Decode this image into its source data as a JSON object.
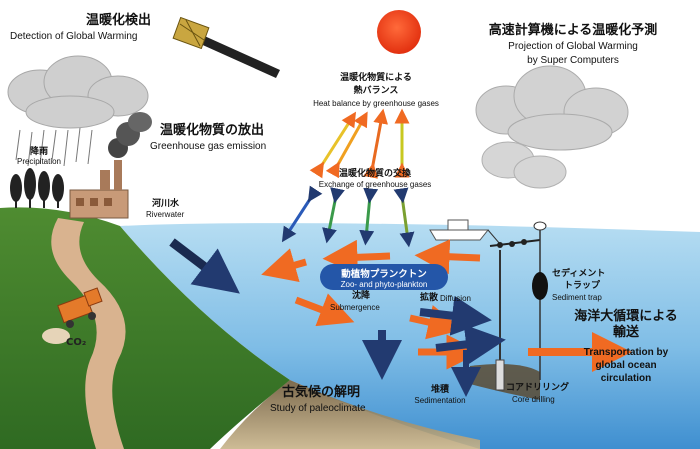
{
  "labels": {
    "detection_jp": "温暖化検出",
    "detection_en": "Detection of Global Warming",
    "projection_jp": "高速計算機による温暖化予測",
    "projection_en_1": "Projection of Global Warming",
    "projection_en_2": "by Super Computers",
    "heat_jp_1": "温暖化物質による",
    "heat_jp_2": "熱バランス",
    "heat_en": "Heat balance by greenhouse gases",
    "emission_jp": "温暖化物質の放出",
    "emission_en": "Greenhouse gas emission",
    "precip_jp": "降雨",
    "precip_en": "Precipitation",
    "exchange_jp": "温暖化物質の交換",
    "exchange_en": "Exchange of greenhouse gases",
    "river_jp": "河川水",
    "river_en": "Riverwater",
    "plankton_jp": "動植物プランクトン",
    "plankton_en": "Zoo- and phyto-plankton",
    "sediment_trap_jp_1": "セディメント",
    "sediment_trap_jp_2": "トラップ",
    "sediment_trap_en": "Sediment trap",
    "subsidence_jp": "沈降",
    "subsidence_en": "Submergence",
    "diffusion_jp": "拡散",
    "diffusion_en": "Diffusion",
    "circulation_jp_1": "海洋大循環による",
    "circulation_jp_2": "輸送",
    "transport_en_1": "Transportation by",
    "transport_en_2": "global ocean",
    "transport_en_3": "circulation",
    "co2": "CO₂",
    "paleo_jp": "古気候の解明",
    "paleo_en": "Study of paleoclimate",
    "sedimentation_jp": "堆積",
    "sedimentation_en": "Sedimentation",
    "core_jp": "コアドリリング",
    "core_en": "Core drilling"
  },
  "colors": {
    "sky": "#ffffff",
    "ocean_top": "#a9d6f0",
    "ocean_bottom": "#3f8fd0",
    "land": "#3d7a2a",
    "sun": "#ee3a1a",
    "arrow_dark": "#223a70",
    "arrow_orange": "#f06a22",
    "pill": "#2456a8"
  }
}
